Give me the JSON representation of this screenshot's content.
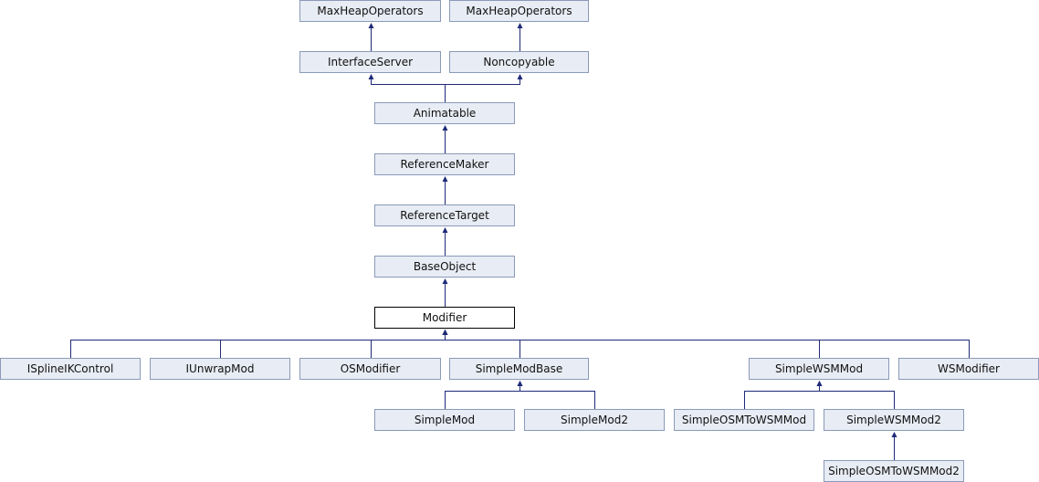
{
  "diagram": {
    "nodes": {
      "mhop1": "MaxHeapOperators",
      "mhop2": "MaxHeapOperators",
      "iserver": "InterfaceServer",
      "noncopy": "Noncopyable",
      "animatable": "Animatable",
      "refmaker": "ReferenceMaker",
      "reftarget": "ReferenceTarget",
      "baseobject": "BaseObject",
      "modifier": "Modifier",
      "isplineik": "ISplineIKControl",
      "iunwrap": "IUnwrapMod",
      "osmod": "OSModifier",
      "simplemodbase": "SimpleModBase",
      "simplewsmmod": "SimpleWSMMod",
      "wsmodifier": "WSModifier",
      "simplemod": "SimpleMod",
      "simplemod2": "SimpleMod2",
      "simpleosm": "SimpleOSMToWSMMod",
      "simplewsmmod2": "SimpleWSMMod2",
      "simpleosm2": "SimpleOSMToWSMMod2"
    },
    "edges": [
      [
        "iserver",
        "mhop1"
      ],
      [
        "noncopy",
        "mhop2"
      ],
      [
        "animatable",
        "iserver"
      ],
      [
        "animatable",
        "noncopy"
      ],
      [
        "refmaker",
        "animatable"
      ],
      [
        "reftarget",
        "refmaker"
      ],
      [
        "baseobject",
        "reftarget"
      ],
      [
        "modifier",
        "baseobject"
      ],
      [
        "isplineik",
        "modifier"
      ],
      [
        "iunwrap",
        "modifier"
      ],
      [
        "osmod",
        "modifier"
      ],
      [
        "simplemodbase",
        "modifier"
      ],
      [
        "simplewsmmod",
        "modifier"
      ],
      [
        "wsmodifier",
        "modifier"
      ],
      [
        "simplemod",
        "simplemodbase"
      ],
      [
        "simplemod2",
        "simplemodbase"
      ],
      [
        "simpleosm",
        "simplewsmmod"
      ],
      [
        "simplewsmmod2",
        "simplewsmmod"
      ],
      [
        "simpleosm2",
        "simplewsmmod2"
      ]
    ],
    "current_node": "modifier",
    "colors": {
      "node_fill": "#e8ecf4",
      "node_border": "#8a9ab8",
      "edge": "#1e2a78"
    }
  }
}
